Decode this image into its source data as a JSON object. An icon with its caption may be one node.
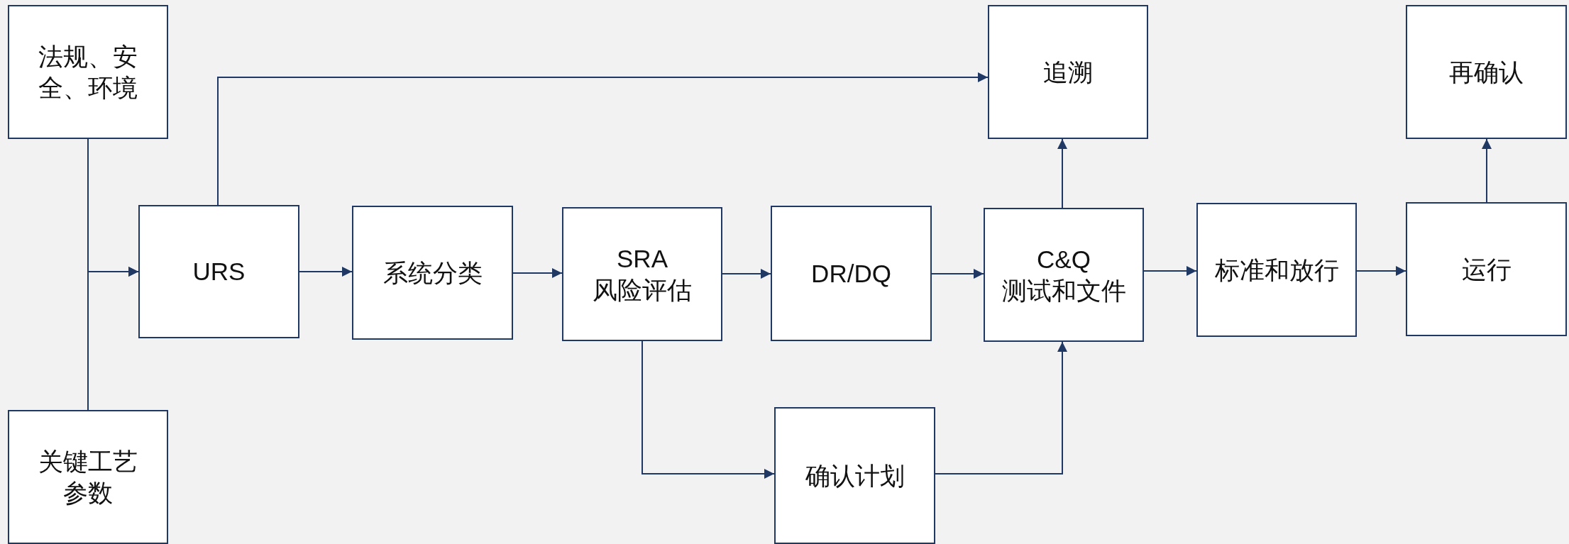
{
  "diagram": {
    "nodes": [
      {
        "text": [
          "法规、安全、环境"
        ]
      },
      {
        "text": [
          "关键工艺参数"
        ]
      },
      {
        "text": [
          "URS"
        ]
      },
      {
        "text": [
          "系统分类"
        ]
      },
      {
        "text": [
          "SRA 风险评估"
        ]
      },
      {
        "text": [
          "DR/DQ"
        ]
      },
      {
        "text": [
          "C&Q 测试和文件"
        ]
      },
      {
        "text": [
          "追溯"
        ]
      },
      {
        "text": [
          "标准和放行"
        ]
      },
      {
        "text": [
          "运行"
        ]
      },
      {
        "text": [
          "再确认"
        ]
      },
      {
        "text": [
          "确认计划"
        ]
      }
    ],
    "edges": [
      {
        "from": 0,
        "to": 2,
        "arrow": "to"
      },
      {
        "from": 1,
        "to": 2,
        "arrow": "to"
      },
      {
        "from": 2,
        "to": 7,
        "arrow": "to"
      },
      {
        "from": 2,
        "to": 3,
        "arrow": "to"
      },
      {
        "from": 3,
        "to": 4,
        "arrow": "to"
      },
      {
        "from": 4,
        "to": 5,
        "arrow": "to"
      },
      {
        "from": 5,
        "to": 6,
        "arrow": "to"
      },
      {
        "from": 6,
        "to": 7,
        "arrow": "to"
      },
      {
        "from": 6,
        "to": 8,
        "arrow": "to"
      },
      {
        "from": 8,
        "to": 9,
        "arrow": "to"
      },
      {
        "from": 9,
        "to": 10,
        "arrow": "to"
      },
      {
        "from": 4,
        "to": 11,
        "arrow": "to"
      },
      {
        "from": 11,
        "to": 6,
        "arrow": "to"
      }
    ]
  }
}
